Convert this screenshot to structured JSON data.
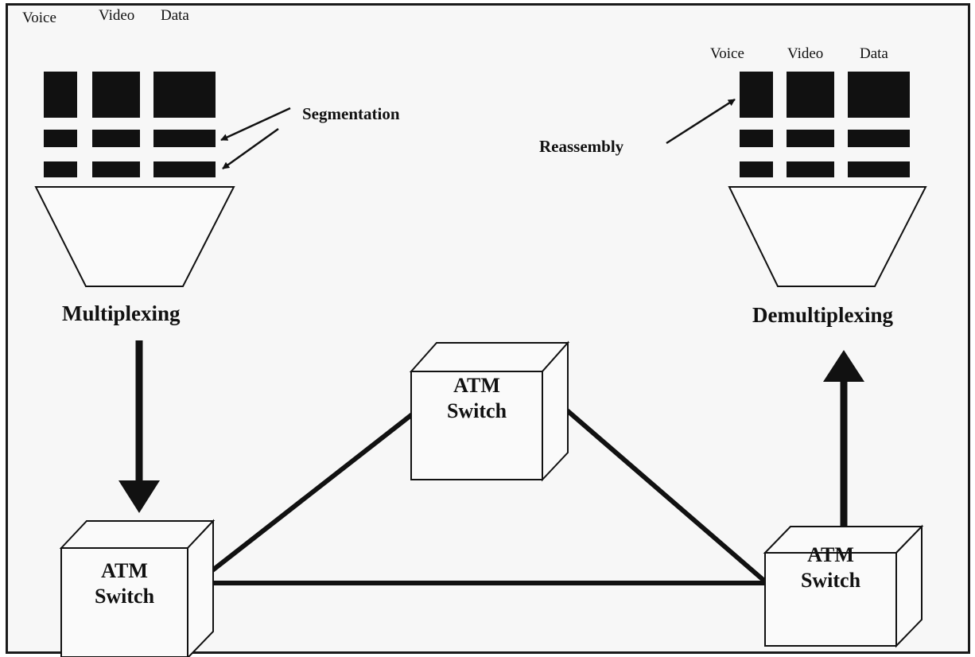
{
  "source": {
    "labels": [
      "Voice",
      "Video",
      "Data"
    ],
    "segmentation_label": "Segmentation",
    "mux_label": "Multiplexing"
  },
  "destination": {
    "labels": [
      "Voice",
      "Video",
      "Data"
    ],
    "reassembly_label": "Reassembly",
    "demux_label": "Demultiplexing"
  },
  "switches": {
    "center": [
      "ATM",
      "Switch"
    ],
    "left": [
      "ATM",
      "Switch"
    ],
    "right": [
      "ATM",
      "Switch"
    ]
  }
}
